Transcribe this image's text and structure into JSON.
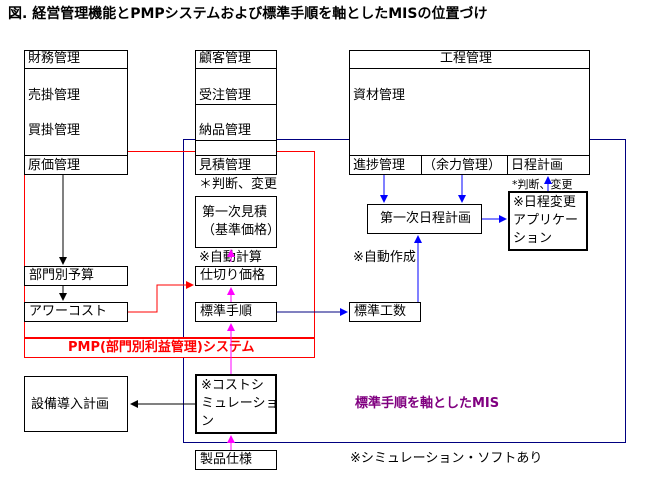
{
  "title": "図. 経営管理機能とPMPシステムおよび標準手順を軸としたMISの位置づけ",
  "columns": {
    "finance": {
      "header": "財務管理",
      "items": [
        "売掛管理",
        "買掛管理",
        "原価管理"
      ]
    },
    "customer": {
      "header": "顧客管理",
      "items": [
        "受注管理",
        "納品管理",
        "見積管理"
      ]
    },
    "process": {
      "header": "工程管理",
      "resource": "資材管理",
      "sub": [
        "進捗管理",
        "（余力管理）",
        "日程計画"
      ]
    }
  },
  "notes": {
    "judgment_change": "＊判断、変更",
    "judgment_change_small": "*判断、変更",
    "auto_calc": "※自動計算",
    "auto_create": "※自動作成",
    "simulation_software": "※シミュレーション・ソフトあり"
  },
  "boxes": {
    "first_estimate": "第一次見積\n（基準価格）",
    "purchase_price": "仕切り価格",
    "dept_budget": "部門別予算",
    "hour_cost": "アワーコスト",
    "standard_procedure": "標準手順",
    "standard_manhours": "標準工数",
    "first_schedule": "第一次日程計画",
    "schedule_change_app": "※日程変更\nアプリケー\nション",
    "cost_simulation": "※コストシ\nミュレーショ\nン",
    "equipment_plan": "設備導入計画",
    "product_spec": "製品仕様"
  },
  "labels": {
    "pmp_system": "PMP(部門別利益管理)システム",
    "mis": "標準手順を軸としたMIS"
  },
  "colors": {
    "pmp_frame": "#ff0000",
    "mis_frame": "#000080",
    "mis_label": "#800080",
    "arrow_blue": "#0000ff",
    "arrow_magenta": "#ff00ff",
    "arrow_red": "#ff0000"
  }
}
